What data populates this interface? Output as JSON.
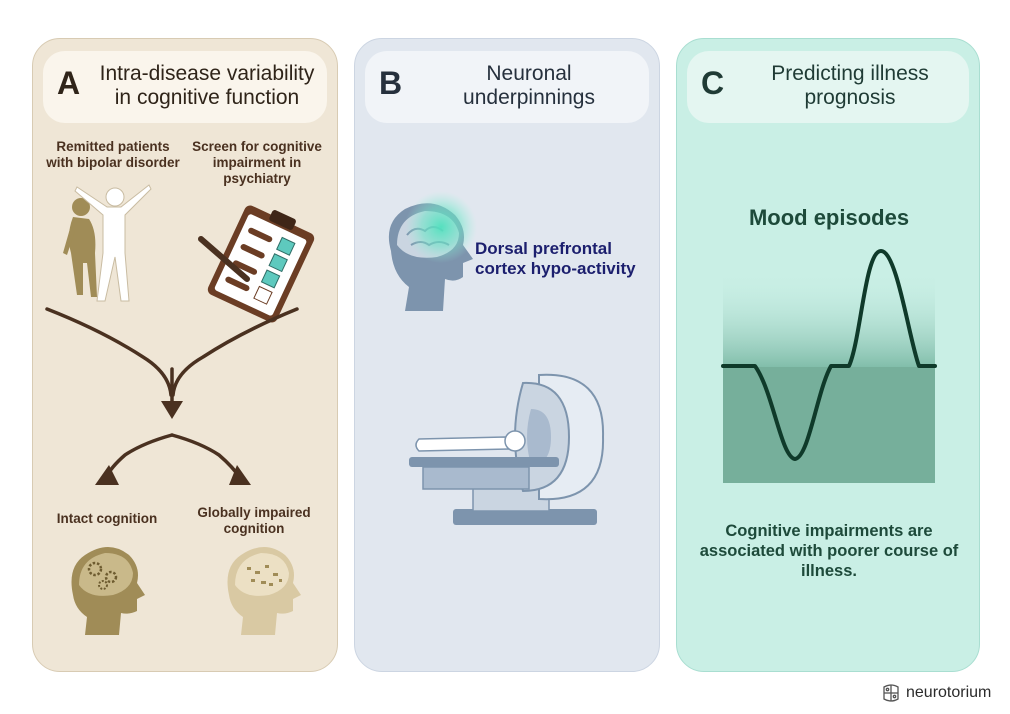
{
  "panel_a": {
    "letter": "A",
    "title_line1": "Intra-disease variability",
    "title_line2": "in cognitive function",
    "left_label": "Remitted patients with bipolar disorder",
    "right_label": "Screen for cognitive impairment in psychiatry",
    "bottom_left_label": "Intact cognition",
    "bottom_right_label": "Globally impaired cognition"
  },
  "panel_b": {
    "letter": "B",
    "title_line1": "Neuronal",
    "title_line2": "underpinnings",
    "brain_label": "Dorsal prefrontal cortex hypo-activity"
  },
  "panel_c": {
    "letter": "C",
    "title_line1": "Predicting illness",
    "title_line2": "prognosis",
    "chart_title": "Mood episodes",
    "caption": "Cognitive impairments are associated with poorer course of illness."
  },
  "logo": {
    "text": "neurotorium"
  },
  "colors": {
    "panel_a_bg": "#efe6d6",
    "panel_b_bg": "#e1e7ef",
    "panel_c_bg": "#c9efe5",
    "brown_text": "#4a3120",
    "navy_text": "#1c1f6e",
    "green_text": "#1d4a3a",
    "mood_line": "#0f3a2a"
  }
}
